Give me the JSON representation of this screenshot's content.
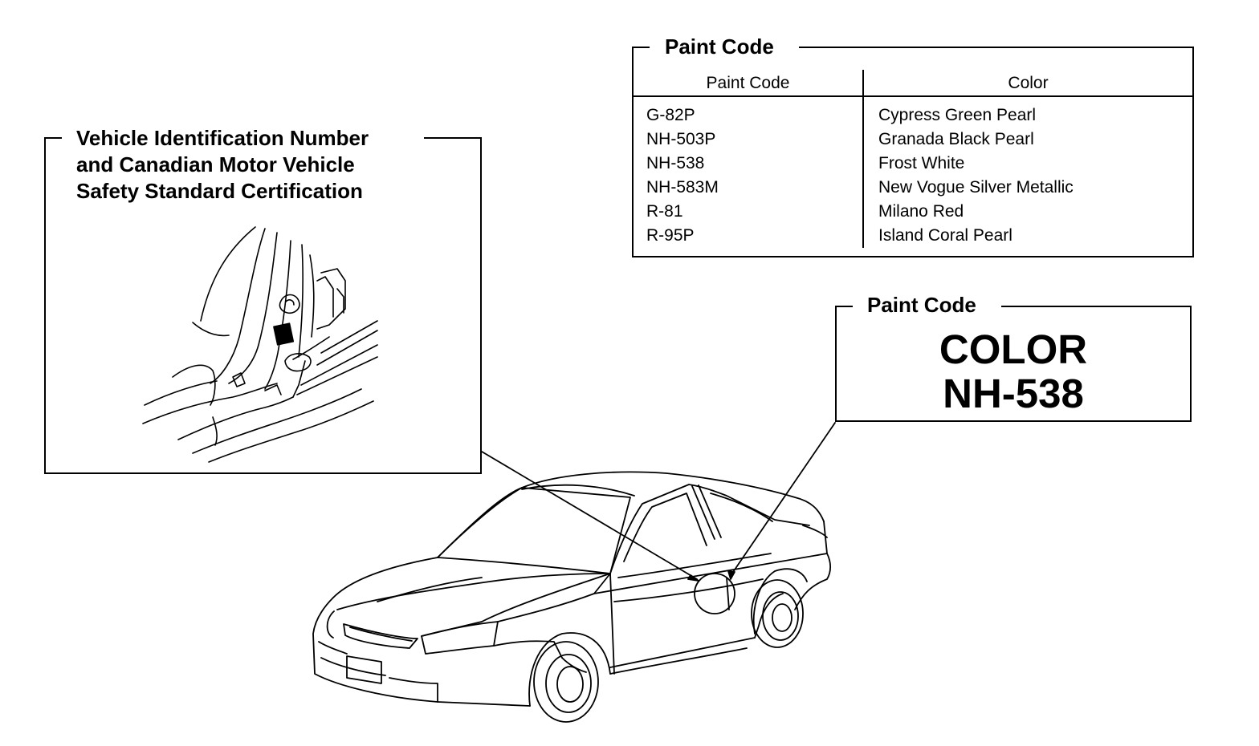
{
  "vin_box": {
    "title_lines": [
      "Vehicle Identification Number",
      "and Canadian Motor Vehicle",
      "Safety Standard Certification"
    ]
  },
  "paint_code_table": {
    "title": "Paint Code",
    "headers": [
      "Paint Code",
      "Color"
    ],
    "rows": [
      [
        "G-82P",
        "Cypress Green Pearl"
      ],
      [
        "NH-503P",
        "Granada Black Pearl"
      ],
      [
        "NH-538",
        "Frost White"
      ],
      [
        "NH-583M",
        "New Vogue Silver Metallic"
      ],
      [
        "R-81",
        "Milano Red"
      ],
      [
        "R-95P",
        "Island Coral Pearl"
      ]
    ]
  },
  "paint_label": {
    "title": "Paint Code",
    "line1": "COLOR",
    "line2": "NH-538"
  }
}
